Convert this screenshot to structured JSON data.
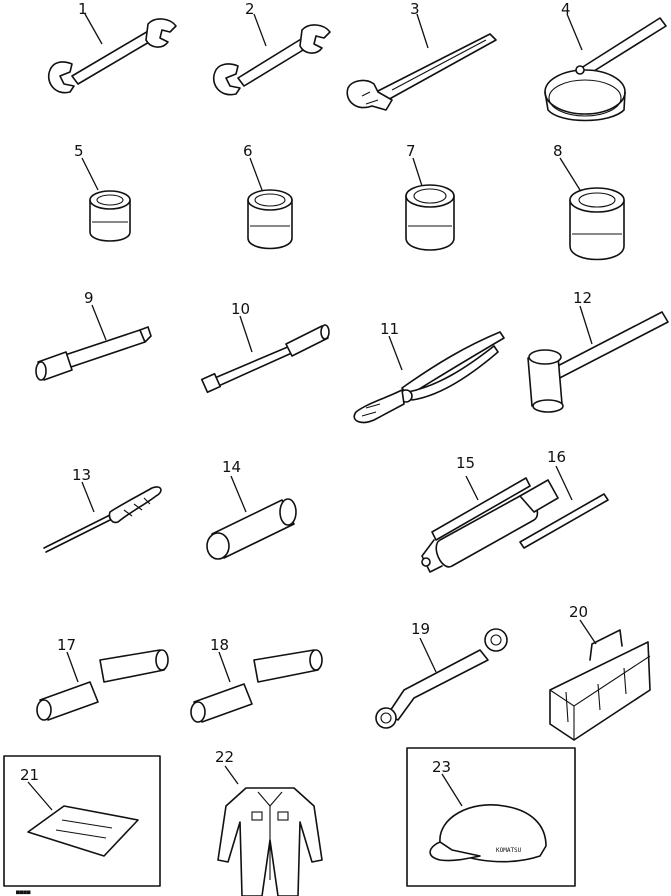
{
  "callouts": [
    "1",
    "2",
    "3",
    "4",
    "5",
    "6",
    "7",
    "8",
    "9",
    "10",
    "11",
    "12",
    "13",
    "14",
    "15",
    "16",
    "17",
    "18",
    "19",
    "20",
    "21",
    "22",
    "23"
  ],
  "cap_text": "KOMATSU",
  "footer_mark": "■■■■"
}
